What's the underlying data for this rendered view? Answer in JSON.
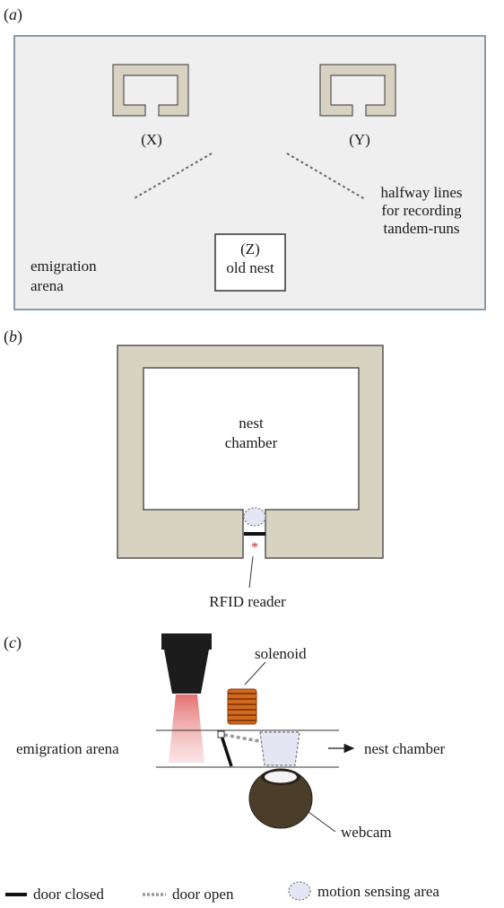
{
  "panel_a": {
    "panel_label": "(a)",
    "nest_x": "(X)",
    "nest_y": "(Y)",
    "halfway_lines": [
      "halfway lines",
      "for recording",
      "tandem-runs"
    ],
    "old_nest": [
      "(Z)",
      "old nest"
    ],
    "arena": [
      "emigration",
      "arena"
    ]
  },
  "panel_b": {
    "panel_label": "(b)",
    "chamber": [
      "nest",
      "chamber"
    ],
    "rfid": "RFID reader"
  },
  "panel_c": {
    "panel_label": "(c)",
    "solenoid": "solenoid",
    "arena": "emigration arena",
    "nest": "nest chamber",
    "webcam": "webcam"
  },
  "legend": {
    "door_closed": "door closed",
    "door_open": "door open",
    "motion": "motion sensing area"
  },
  "colors": {
    "nest_wall": "#d8d2c0",
    "arena_fill": "#efefef",
    "arena_border": "#8a9aa8",
    "reader": "#1c1c1c",
    "beam": "#e88a8a",
    "coil": "#d2691e",
    "webcam": "#4a3e2a",
    "motion_fill": "#e4e6f4",
    "asterisk": "#cc2222"
  }
}
